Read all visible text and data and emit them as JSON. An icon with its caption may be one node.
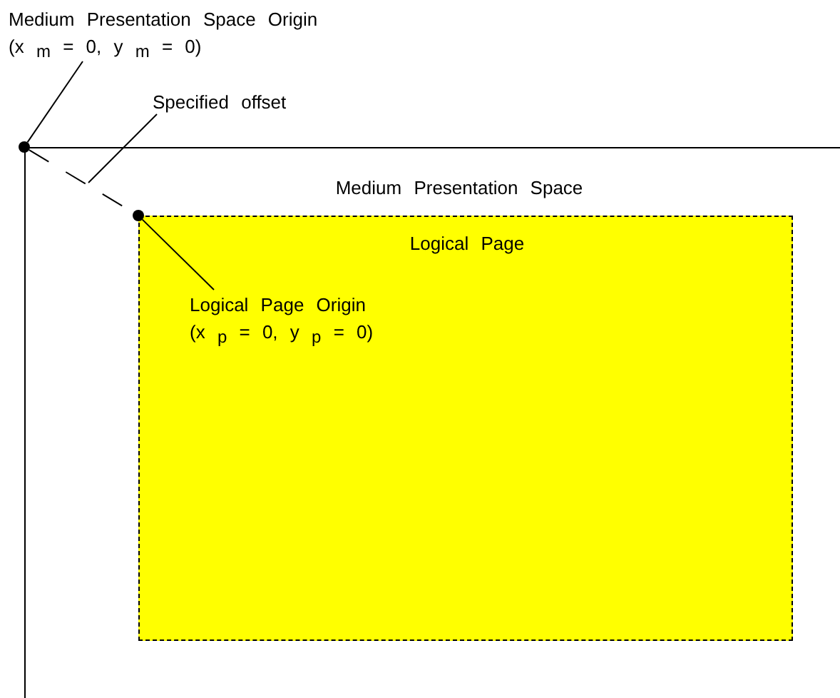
{
  "diagram": {
    "nodes": [
      {
        "text": [
          "Medium Presentation Space"
        ]
      },
      {
        "text": [
          "Logical Page"
        ],
        "in": 0
      },
      {
        "text": [
          "Medium Presentation Space Origin",
          "(x $_{m}$ = 0, y $_{m}$ = 0)"
        ]
      },
      {
        "text": [],
        "shape": "circle"
      },
      {
        "text": [
          "Specified offset"
        ]
      },
      {
        "text": [],
        "shape": "circle",
        "in": 0
      },
      {
        "text": [
          "Logical Page Origin",
          "(x $_{p}$ = 0, y $_{p}$ = 0)"
        ],
        "in": 1
      }
    ],
    "edges": [
      {
        "from": 2,
        "to": 3,
        "arrow": "none"
      },
      {
        "from": 4,
        "to": null,
        "arrow": "none"
      },
      {
        "from": 3,
        "to": 5,
        "arrow": "none",
        "style": "dashed"
      },
      {
        "from": 6,
        "to": 5,
        "arrow": "none"
      }
    ]
  }
}
